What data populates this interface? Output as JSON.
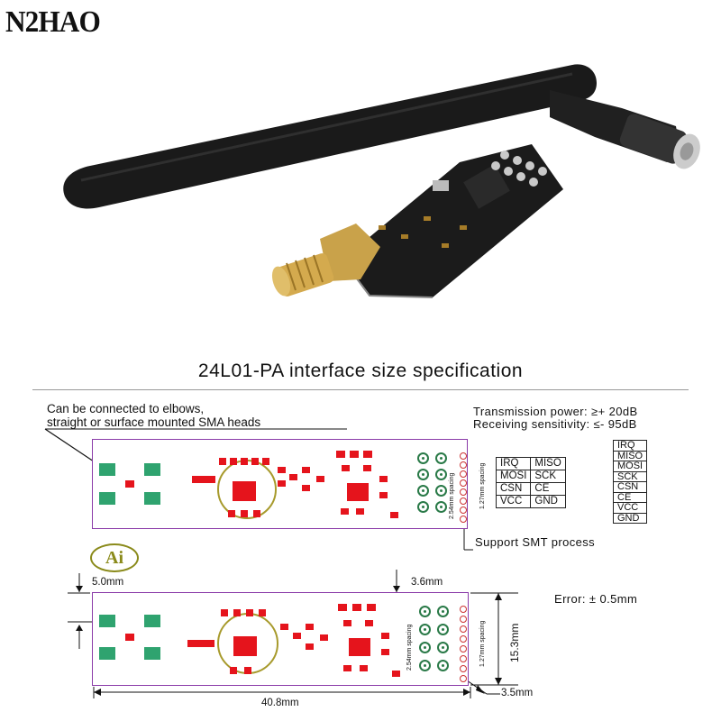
{
  "brand": {
    "logo_text": "N2HAO"
  },
  "spec_sheet": {
    "title": "24L01-PA interface size specification",
    "sma_note_line1": "Can be connected to elbows,",
    "sma_note_line2": "straight or surface mounted SMA heads",
    "tx_power": "Transmission power: ≥+ 20dB",
    "rx_sensitivity": "Receiving sensitivity: ≤- 95dB",
    "smt_note": "Support SMT process",
    "error_note": "Error: ± 0.5mm",
    "pin_table": [
      [
        "IRQ",
        "MISO"
      ],
      [
        "MOSI",
        "SCK"
      ],
      [
        "CSN",
        "CE"
      ],
      [
        "VCC",
        "GND"
      ]
    ],
    "pin_column": [
      "IRQ",
      "MISO",
      "MOSI",
      "SCK",
      "CSN",
      "CE",
      "VCC",
      "GND"
    ],
    "spacing_254": "2.54mm spacing",
    "spacing_127": "1.27mm spacing",
    "dimensions": {
      "top_margin": "5.0mm",
      "right_top": "3.6mm",
      "height": "15.3mm",
      "length": "40.8mm",
      "right_bottom": "3.5mm"
    },
    "badge_text": "Ai"
  },
  "colors": {
    "board_outline": "#8a3aa8",
    "pad_red": "#e5141c",
    "pad_green": "#2fa36f"
  }
}
